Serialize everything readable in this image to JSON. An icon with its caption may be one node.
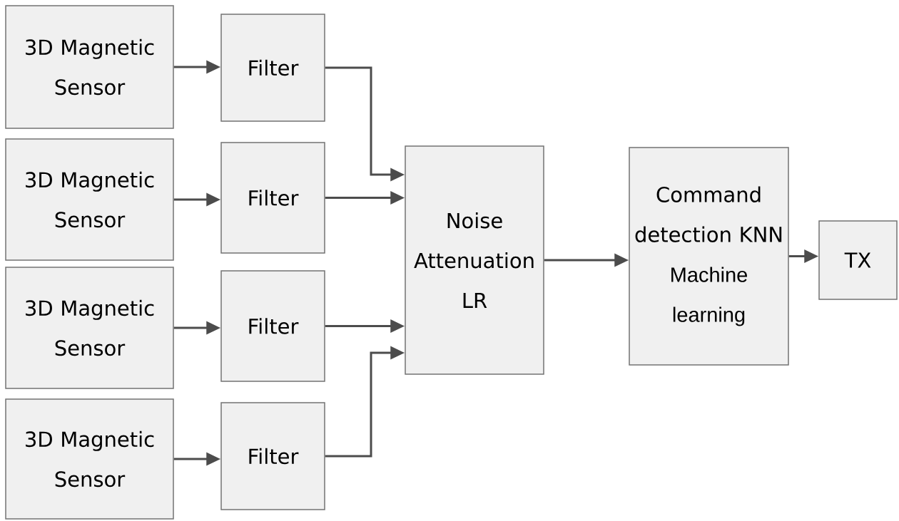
{
  "diagram": {
    "nodes": [
      {
        "text": [
          "3D Magnetic Sensor"
        ]
      },
      {
        "text": [
          "Filter"
        ]
      },
      {
        "text": [
          "3D Magnetic Sensor"
        ]
      },
      {
        "text": [
          "Filter"
        ]
      },
      {
        "text": [
          "3D Magnetic Sensor"
        ]
      },
      {
        "text": [
          "Filter"
        ]
      },
      {
        "text": [
          "3D Magnetic Sensor"
        ]
      },
      {
        "text": [
          "Filter"
        ]
      },
      {
        "text": [
          "Noise Attenuation LR"
        ]
      },
      {
        "text": [
          "Command detection KNN",
          "Machine learning"
        ]
      },
      {
        "text": [
          "TX"
        ]
      }
    ],
    "edges": [
      {
        "from": 0,
        "to": 1,
        "arrow": "to"
      },
      {
        "from": 2,
        "to": 3,
        "arrow": "to"
      },
      {
        "from": 4,
        "to": 5,
        "arrow": "to"
      },
      {
        "from": 6,
        "to": 7,
        "arrow": "to"
      },
      {
        "from": 1,
        "to": 8,
        "arrow": "to"
      },
      {
        "from": 3,
        "to": 8,
        "arrow": "to"
      },
      {
        "from": 5,
        "to": 8,
        "arrow": "to"
      },
      {
        "from": 7,
        "to": 8,
        "arrow": "to"
      },
      {
        "from": 8,
        "to": 9,
        "arrow": "to"
      },
      {
        "from": 9,
        "to": 10,
        "arrow": "to"
      }
    ]
  }
}
